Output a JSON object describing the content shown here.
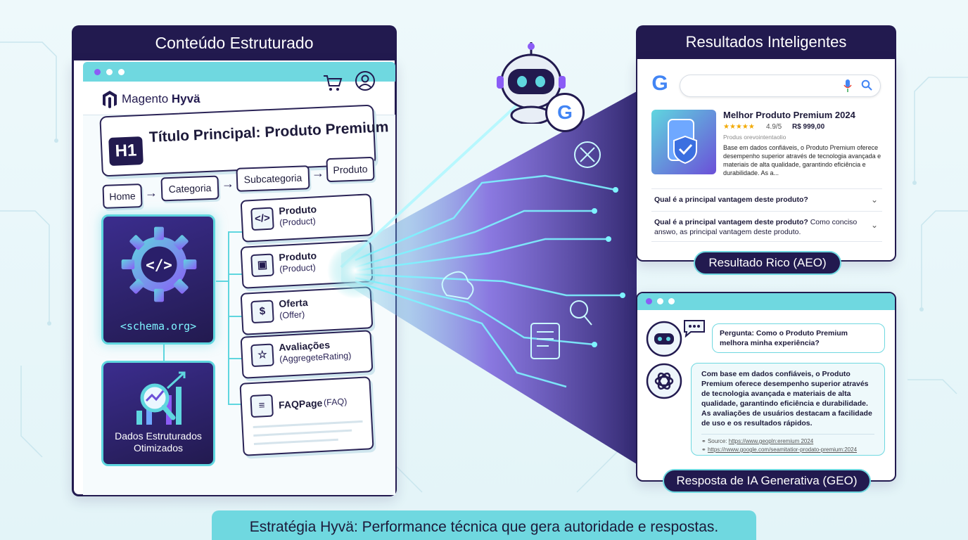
{
  "left": {
    "header": "Conteúdo Estruturado",
    "brand_prefix": "Magento",
    "brand_suffix": "Hyvä",
    "h1_tag": "H1",
    "h1_title": "Título Principal: Produto Premium",
    "breadcrumbs": [
      "Home",
      "Categoria",
      "Subcategoria",
      "Produto"
    ],
    "schema_label": "<schema.org>",
    "optimized_label": "Dados Estruturados Otimizados",
    "cards": [
      {
        "icon": "</>",
        "title": "Produto",
        "sub": "(Product)"
      },
      {
        "icon": "▣",
        "title": "Produto",
        "sub": "(Product)"
      },
      {
        "icon": "$",
        "title": "Oferta",
        "sub": "(Offer)"
      },
      {
        "icon": "☆",
        "title": "Avaliações",
        "sub": "(AggregeteRating)"
      },
      {
        "icon": "≡",
        "title": "FAQPage",
        "sub": "(FAQ)"
      }
    ]
  },
  "right_top": {
    "header": "Resultados Inteligentes",
    "google_letter": "G",
    "product_title": "Melhor Produto Premium 2024",
    "stars": "★★★★★",
    "rating": "4.9/5",
    "price": "R$ 999,00",
    "product_sub": "Produs orevointentaolio",
    "product_desc": "Base em dados confiáveis, o Produto Premium oferece desempenho superior através de tecnologia avançada e materiais de alta qualidade, garantindo eficiência e durabilidade. As a...",
    "faq_q1": "Qual é a principal vantagem deste produto?",
    "faq_q2": "Qual é a principal vantagem deste produto?",
    "faq_a2": "Como conciso answo, as principal vantagem deste produto.",
    "pill": "Resultado Rico (AEO)"
  },
  "right_bottom": {
    "question": "Pergunta: Como o Produto Premium melhora minha experiência?",
    "answer": "Com base em dados confiáveis, o Produto Premium oferece desempenho superior através de tecnologia avançada e materiais de alta qualidade, garantindo eficiência e durabilidade. As avaliações de usuários destacam a facilidade de uso e os resultados rápidos.",
    "source_label": "Source:",
    "source1": "https://www.geopln:eremium 2024",
    "source2": "https://rwww.google.com/seamitatior-prodato-premium:2024",
    "pill": "Resposta de IA Generativa (GEO)"
  },
  "footer": "Estratégia Hyvä: Performance técnica que gera autoridade e respostas.",
  "colors": {
    "navy": "#221a4f",
    "cyan": "#6fd8e0",
    "purple": "#6b4fd8"
  }
}
